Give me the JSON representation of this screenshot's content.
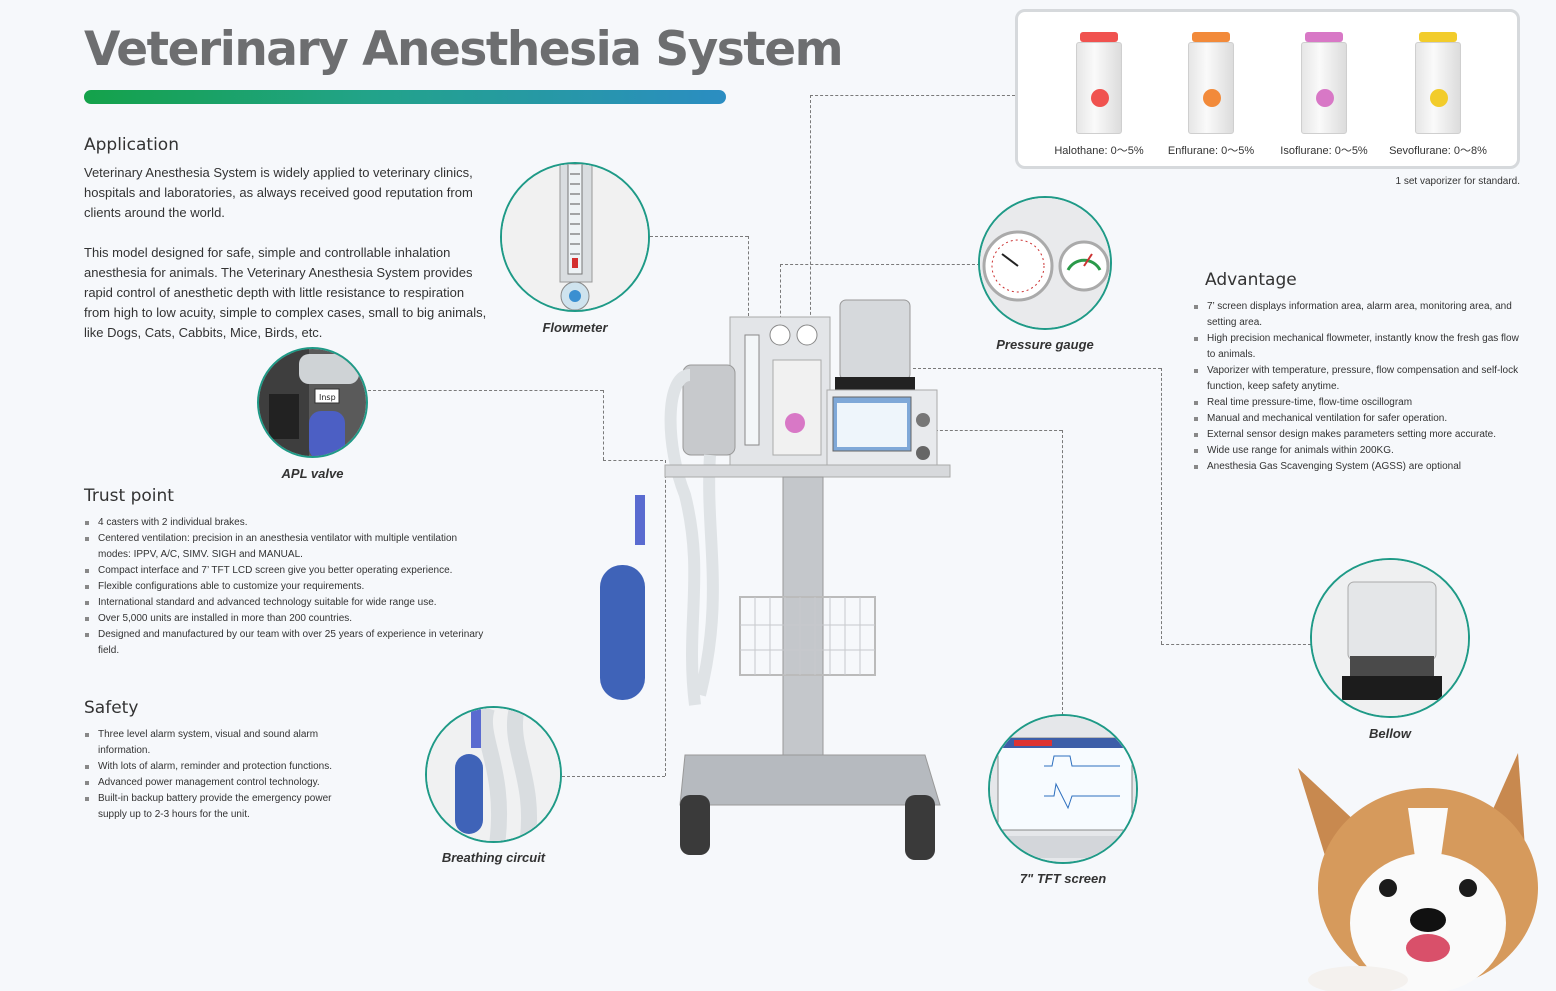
{
  "title": "Veterinary Anesthesia System",
  "application": {
    "heading": "Application",
    "para1": "Veterinary Anesthesia System is widely applied to veterinary clinics, hospitals and laboratories, as always received good reputation from clients around the world.",
    "para2": "This model designed for safe, simple and controllable inhalation anesthesia for animals. The Veterinary Anesthesia System provides rapid control of anesthetic depth with little resistance to respiration from high to low acuity, simple to complex cases, small to big animals, like Dogs, Cats, Cabbits, Mice, Birds, etc."
  },
  "trust": {
    "heading": "Trust point",
    "items": [
      "4 casters with 2 individual brakes.",
      "Centered ventilation: precision in an anesthesia ventilator with multiple ventilation modes: IPPV, A/C, SIMV. SIGH and MANUAL.",
      "Compact interface and 7’ TFT LCD screen give you better operating experience.",
      "Flexible configurations able to customize your requirements.",
      "International standard and advanced technology suitable for wide range use.",
      "Over 5,000 units are installed in more than 200 countries.",
      "Designed and manufactured by our team with over 25 years of experience in veterinary field."
    ]
  },
  "safety": {
    "heading": "Safety",
    "items": [
      "Three level alarm system, visual and sound alarm information.",
      "With lots of alarm, reminder and protection functions.",
      "Advanced power management control technology.",
      "Built-in backup battery provide the emergency power supply up to 2-3 hours for the unit."
    ]
  },
  "advantage": {
    "heading": "Advantage",
    "items": [
      "7’ screen displays information area, alarm area, monitoring area, and setting area.",
      "High precision mechanical flowmeter, instantly know the fresh gas flow to animals.",
      "Vaporizer with temperature, pressure, flow compensation and self-lock function, keep safety anytime.",
      "Real time pressure-time, flow-time oscillogram",
      "Manual and mechanical ventilation for safer operation.",
      "External sensor design makes parameters setting more accurate.",
      "Wide use range for animals within 200KG.",
      "Anesthesia Gas Scavenging System (AGSS) are optional"
    ]
  },
  "vaporizers": [
    {
      "label": "Halothane: 0～5%",
      "tag": "Halothane",
      "color": "#f0524f"
    },
    {
      "label": "Enflurane: 0～5%",
      "tag": "Enflurane",
      "color": "#f28a3a"
    },
    {
      "label": "Isoflurane: 0～5%",
      "tag": "Isoflurane",
      "color": "#d878c6"
    },
    {
      "label": "Sevoflurane: 0～8%",
      "tag": "Sevoflurane",
      "color": "#f2cc2b"
    }
  ],
  "vaporizer_note": "1 set vaporizer for standard.",
  "callouts": {
    "flowmeter": "Flowmeter",
    "apl": "APL valve",
    "pressure": "Pressure gauge",
    "bellow": "Bellow",
    "breathing": "Breathing circuit",
    "screen": "7\" TFT screen"
  },
  "icons": {
    "apl": "apl-valve-photo",
    "insp_tag": "Insp"
  }
}
